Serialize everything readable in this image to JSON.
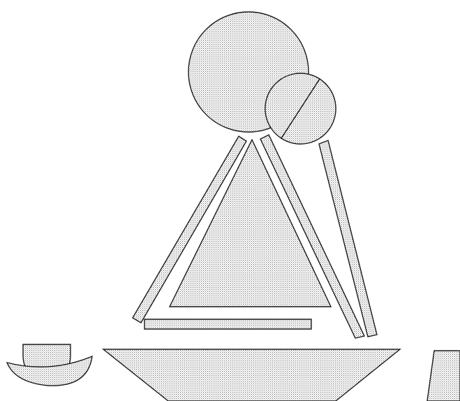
{
  "figure": {
    "pieces": [
      {
        "shape": "circle"
      },
      {
        "shape": "half-disc"
      },
      {
        "shape": "bar"
      },
      {
        "shape": "bar"
      },
      {
        "shape": "triangle"
      },
      {
        "shape": "bar"
      },
      {
        "shape": "bar"
      },
      {
        "shape": "trapezoid"
      },
      {
        "shape": "bowl"
      },
      {
        "shape": "crescent"
      },
      {
        "shape": "parallelogram"
      }
    ],
    "fill_pattern": "dotted",
    "colors": {
      "background": "#ffffff",
      "outline": "#1a1a1a",
      "dot": "#6b6b6b"
    }
  }
}
